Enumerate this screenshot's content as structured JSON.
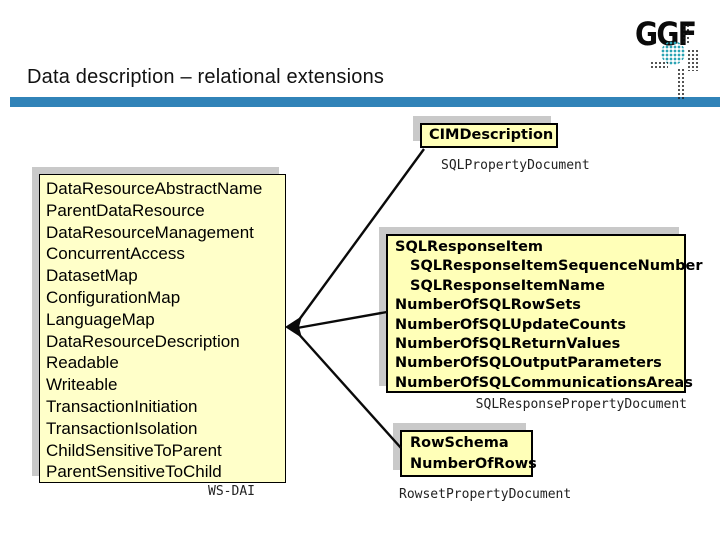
{
  "title": "Data description – relational extensions",
  "logo": {
    "text": "GGF"
  },
  "colors": {
    "accent_bar": "#3183B8",
    "wsdai_box_fill": "#FFFFC9",
    "note_box_fill": "#FFFFB8",
    "box_shadow": "#C9C9C9",
    "logo_teal": "#2BA3B4"
  },
  "wsdai_box": {
    "items": [
      "DataResourceAbstractName",
      "ParentDataResource",
      "DataResourceManagement",
      "ConcurrentAccess",
      "DatasetMap",
      "ConfigurationMap",
      "LanguageMap",
      "DataResourceDescription",
      "Readable",
      "Writeable",
      "TransactionInitiation",
      "TransactionIsolation",
      "ChildSensitiveToParent",
      "ParentSensitiveToChild"
    ],
    "caption": "WS-DAI"
  },
  "cim_box": {
    "label": "CIMDescription",
    "caption": "SQLPropertyDocument"
  },
  "sql_response_box": {
    "items": [
      "SQLResponseItem",
      "SQLResponseItemSequenceNumber",
      "SQLResponseItemName",
      "NumberOfSQLRowSets",
      "NumberOfSQLUpdateCounts",
      "NumberOfSQLReturnValues",
      "NumberOfSQLOutputParameters",
      "NumberOfSQLCommunicationsAreas"
    ],
    "caption": "SQLResponsePropertyDocument"
  },
  "rowset_box": {
    "items": [
      "RowSchema",
      "NumberOfRows"
    ],
    "caption": "RowsetPropertyDocument"
  }
}
